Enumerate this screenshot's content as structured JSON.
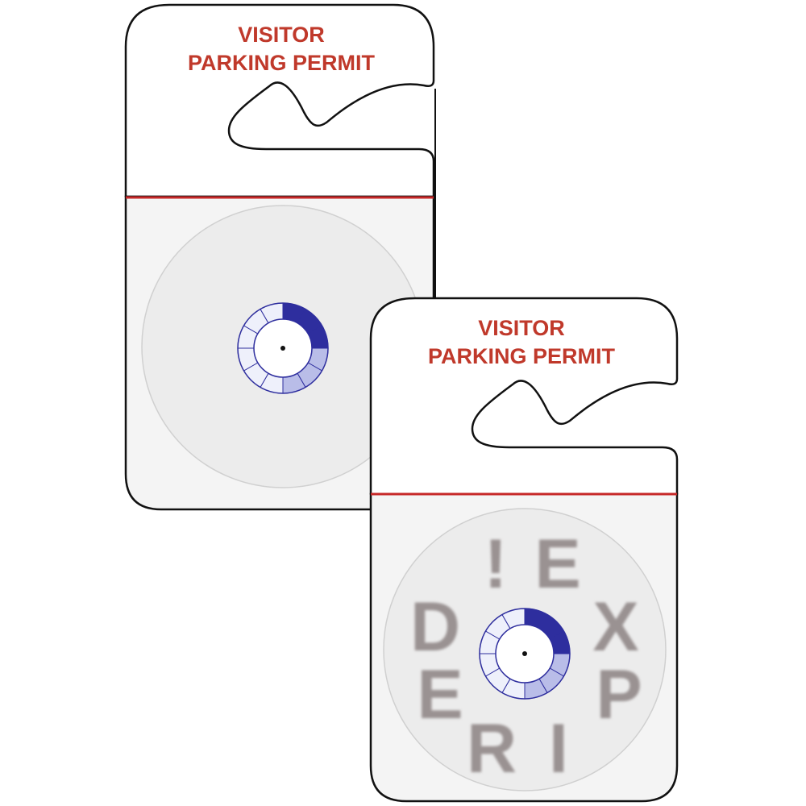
{
  "colors": {
    "title_red": "#c0392b",
    "band_red": "#c62828",
    "outline": "#111111",
    "window_fill": "#f4f4f4",
    "disc_fill": "#ececec",
    "dial_blue": "#2e2e9e",
    "dial_light": "#b9bde8",
    "letter_gray": "#9a9292"
  },
  "permits": [
    {
      "title_line1": "VISITOR",
      "title_line2": "PARKING PERMIT",
      "state": "valid",
      "dial": {
        "segments": 12,
        "filled_segments": 3,
        "light_segments": 3
      }
    },
    {
      "title_line1": "VISITOR",
      "title_line2": "PARKING PERMIT",
      "state": "expired",
      "dial": {
        "segments": 12,
        "filled_segments": 3,
        "light_segments": 3
      },
      "revealed_letters": [
        "!",
        "E",
        "X",
        "P",
        "I",
        "R",
        "E",
        "D"
      ]
    }
  ]
}
